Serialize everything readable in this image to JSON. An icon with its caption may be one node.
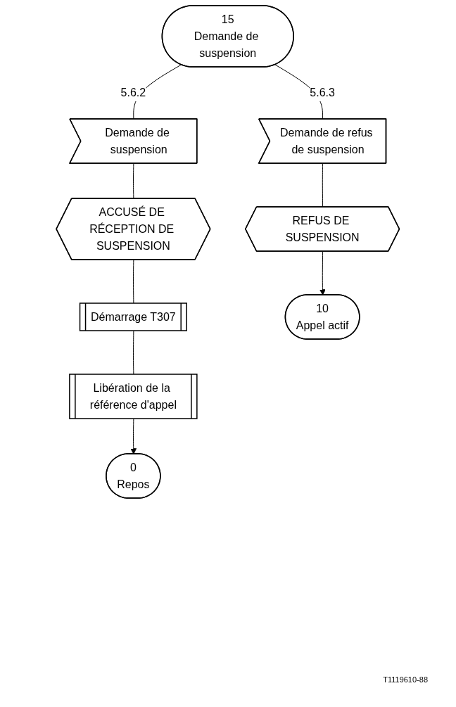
{
  "diagram": {
    "nodes": [
      {
        "text": [
          "15",
          "Demande de suspension"
        ]
      },
      {
        "text": [
          "Demande de suspension"
        ]
      },
      {
        "text": [
          "Demande de refus de suspension"
        ]
      },
      {
        "text": [
          "ACCUSÉ DE RÉCEPTION DE SUSPENSION"
        ]
      },
      {
        "text": [
          "REFUS DE SUSPENSION"
        ]
      },
      {
        "text": [
          "Démarrage T307"
        ]
      },
      {
        "text": [
          "Libération de la référence d'appel"
        ]
      },
      {
        "text": [
          "0",
          "Repos"
        ]
      },
      {
        "text": [
          "10",
          "Appel actif"
        ]
      }
    ],
    "edges": [
      {
        "from": 0,
        "to": 1,
        "arrow": "none",
        "label": "5.6.2"
      },
      {
        "from": 0,
        "to": 2,
        "arrow": "none",
        "label": "5.6.3"
      },
      {
        "from": 1,
        "to": 3,
        "arrow": "none"
      },
      {
        "from": 3,
        "to": 5,
        "arrow": "none"
      },
      {
        "from": 5,
        "to": 6,
        "arrow": "none"
      },
      {
        "from": 6,
        "to": 7,
        "arrow": "to"
      },
      {
        "from": 2,
        "to": 4,
        "arrow": "none"
      },
      {
        "from": 4,
        "to": 8,
        "arrow": "to"
      }
    ],
    "labels": [
      "T1119610-88"
    ]
  }
}
